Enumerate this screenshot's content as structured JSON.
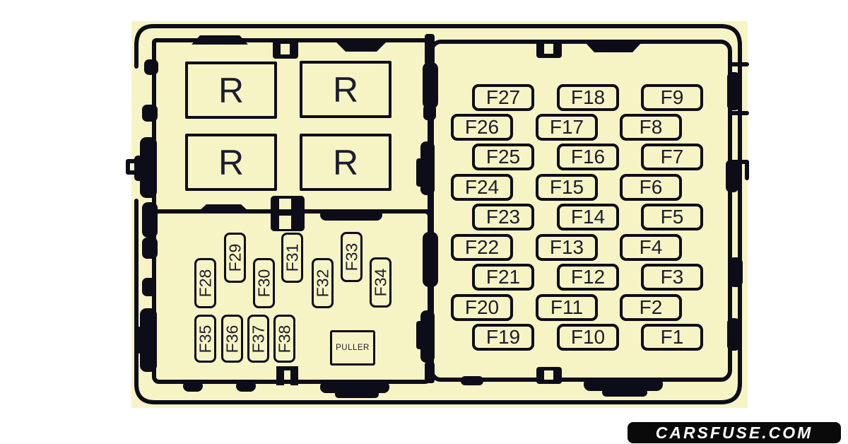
{
  "colors": {
    "page_background": "#ffffff",
    "diagram_background": "#f6f4c4",
    "line": "#0d0d1a",
    "label_text": "#1c1c30",
    "watermark_background": "#0a0a0a",
    "watermark_text": "#ffffff"
  },
  "relay_panel": {
    "relays": [
      "R",
      "R",
      "R",
      "R"
    ]
  },
  "lower_panel": {
    "fuses_upper": [
      "F28",
      "F29",
      "F30",
      "F31",
      "F32",
      "F33",
      "F34"
    ],
    "fuses_lower": [
      "F35",
      "F36",
      "F37",
      "F38"
    ],
    "puller_label": "PULLER"
  },
  "right_panel": {
    "fuses": [
      "F27",
      "F18",
      "F9",
      "F26",
      "F17",
      "F8",
      "F25",
      "F16",
      "F7",
      "F24",
      "F15",
      "F6",
      "F23",
      "F14",
      "F5",
      "F22",
      "F13",
      "F4",
      "F21",
      "F12",
      "F3",
      "F20",
      "F11",
      "F2",
      "F19",
      "F10",
      "F1"
    ]
  },
  "watermark": {
    "text": "CARSFUSE.COM"
  }
}
